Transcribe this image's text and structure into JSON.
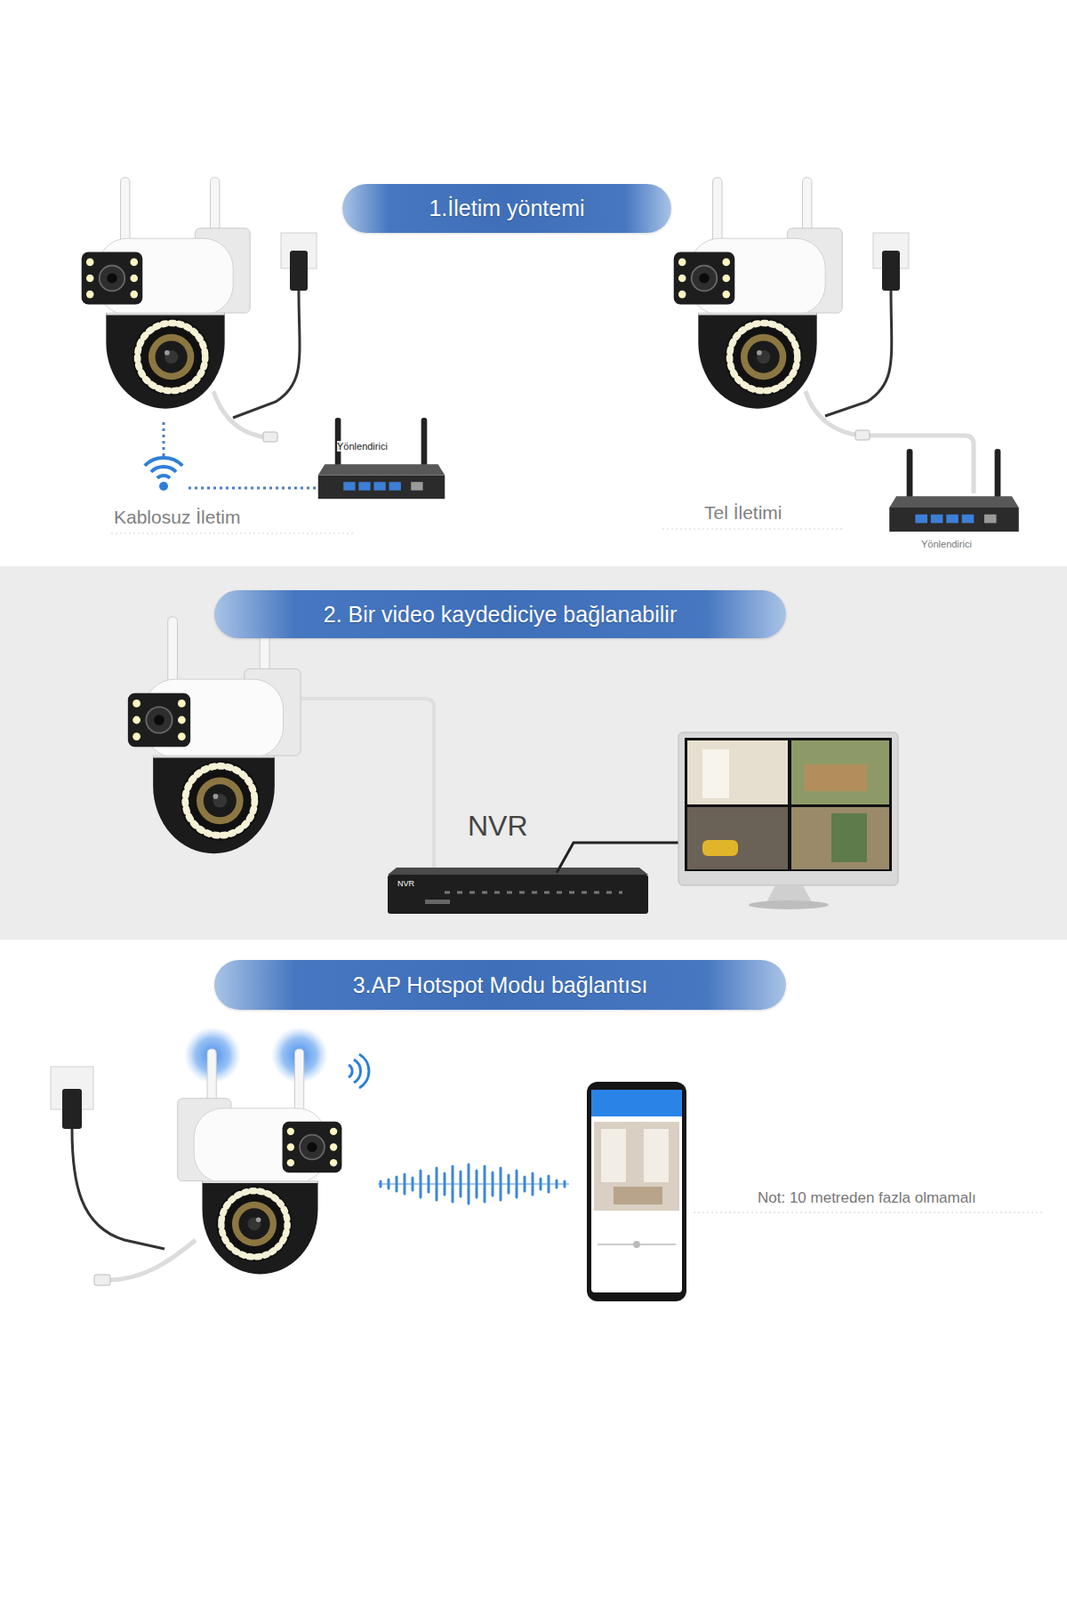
{
  "diagram": {
    "nodes": [
      {
        "text": [
          "1.İletim yöntemi"
        ]
      },
      {
        "text": [
          "2. Bir video kaydediciye bağlanabilir"
        ]
      },
      {
        "text": [
          "3.AP Hotspot Modu bağlantısı"
        ]
      }
    ],
    "labels": [
      "Yönlendirici",
      "Kablosuz İletim",
      "Tel İletimi",
      "Yönlendirici",
      "NVR",
      "NVR",
      "Not: 10 metreden fazla olmamalı"
    ]
  }
}
